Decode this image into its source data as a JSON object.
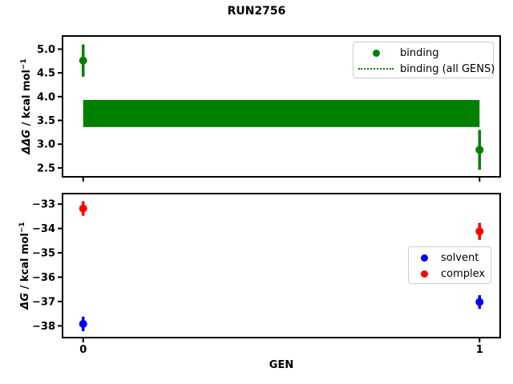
{
  "figure": {
    "title": "RUN2756",
    "background": "#ffffff"
  },
  "colors": {
    "binding": "#008000",
    "solvent": "#0000ff",
    "complex": "#ff0000",
    "axis": "#000000",
    "legend_border": "#cccccc"
  },
  "top_plot": {
    "ylabel": {
      "math": "ΔΔG",
      "rest": " / kcal mol",
      "sup": "−1"
    },
    "legend": [
      {
        "label": "binding",
        "marker": "dot",
        "color": "#008000"
      },
      {
        "label": "binding (all GENS)",
        "marker": "dotted-line",
        "color": "#008000"
      }
    ]
  },
  "bottom_plot": {
    "ylabel": {
      "math": "ΔG",
      "rest": " / kcal mol",
      "sup": "−1"
    },
    "xlabel": "GEN",
    "legend": [
      {
        "label": "solvent",
        "marker": "dot",
        "color": "#0000ff"
      },
      {
        "label": "complex",
        "marker": "dot",
        "color": "#ff0000"
      }
    ]
  },
  "chart_data": [
    {
      "type": "scatter",
      "title": "RUN2756",
      "xlabel": "",
      "ylabel": "ΔΔG / kcal mol⁻¹",
      "xlim": [
        -0.05,
        1.05
      ],
      "ylim": [
        2.33,
        5.26
      ],
      "grid": false,
      "legend_position": "upper right",
      "yticks": {
        "values": [
          5.0,
          4.5,
          4.0,
          3.5,
          3.0,
          2.5
        ],
        "labels": [
          "5.0",
          "4.5",
          "4.0",
          "3.5",
          "3.0",
          "2.5"
        ]
      },
      "xticks": {
        "values": [
          0,
          1
        ],
        "labels": [
          "",
          ""
        ]
      },
      "series": [
        {
          "name": "binding",
          "color": "#008000",
          "marker": "o",
          "x": [
            0,
            1
          ],
          "y": [
            4.76,
            2.88
          ],
          "yerr": [
            0.34,
            0.42
          ]
        }
      ],
      "band": {
        "name": "binding (all GENS)",
        "color": "#008000",
        "x": [
          0,
          1
        ],
        "ylo": 3.36,
        "yhi": 3.93
      }
    },
    {
      "type": "scatter",
      "title": "",
      "xlabel": "GEN",
      "ylabel": "ΔG / kcal mol⁻¹",
      "xlim": [
        -0.05,
        1.05
      ],
      "ylim": [
        -38.45,
        -32.6
      ],
      "grid": false,
      "legend_position": "center right",
      "yticks": {
        "values": [
          -33,
          -34,
          -35,
          -36,
          -37,
          -38
        ],
        "labels": [
          "−33",
          "−34",
          "−35",
          "−36",
          "−37",
          "−38"
        ]
      },
      "xticks": {
        "values": [
          0,
          1
        ],
        "labels": [
          "0",
          "1"
        ]
      },
      "series": [
        {
          "name": "solvent",
          "color": "#0000ff",
          "marker": "o",
          "x": [
            0,
            1
          ],
          "y": [
            -37.92,
            -37.02
          ],
          "yerr": [
            0.3,
            0.28
          ]
        },
        {
          "name": "complex",
          "color": "#ff0000",
          "marker": "o",
          "x": [
            0,
            1
          ],
          "y": [
            -33.18,
            -34.12
          ],
          "yerr": [
            0.3,
            0.35
          ]
        }
      ]
    }
  ]
}
